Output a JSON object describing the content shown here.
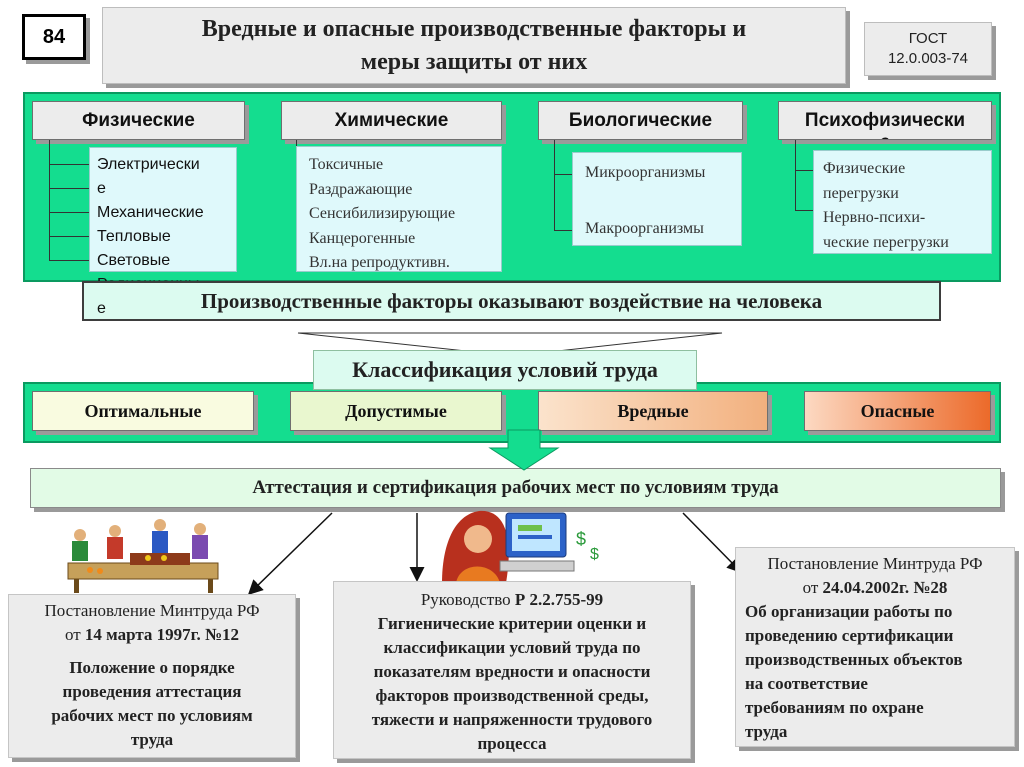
{
  "header": {
    "number": "84",
    "title_line1": "Вредные и опасные производственные факторы и",
    "title_line2": "меры защиты от них",
    "gost_line1": "ГОСТ",
    "gost_line2": "12.0.003-74"
  },
  "categories": [
    {
      "label": "Физическиe",
      "items": [
        "Электрически",
        "е",
        "Механические",
        "Тепловые",
        "Световые",
        "Радиационны",
        "е"
      ]
    },
    {
      "label": "Химические",
      "items": [
        "Токсичные",
        "Раздражающие",
        "Сенсибилизирующие",
        "Канцерогенные",
        "Вл.на репродуктивн."
      ]
    },
    {
      "label": "Биологические",
      "items": [
        "Микроорганизмы",
        "Макроорганизмы"
      ]
    },
    {
      "label": "Психофизически",
      "label_wrap": "е",
      "items": [
        "Физические",
        "перегрузки",
        "Нервно-психи-",
        "ческие перегрузки"
      ]
    }
  ],
  "impact_text": "Производственные факторы оказывают воздействие на человека",
  "classification_title": "Классификация условий труда",
  "conditions": [
    {
      "label": "Оптимальные",
      "color": "#f9fbe0"
    },
    {
      "label": "Допустимые",
      "color": "#e9f7cf"
    },
    {
      "label": "Вредные",
      "color": "#f6c8a0"
    },
    {
      "label": "Опасные",
      "color": "#f07a3a"
    }
  ],
  "attestation_text": "Аттестация и сертификация рабочих мест по условиям труда",
  "docs": {
    "left": {
      "line1": "Постановление Минтруда РФ",
      "line2_prefix": "от ",
      "line2_bold": "14 марта 1997г. №12",
      "body": [
        "Положение о порядке",
        "проведения аттестация",
        "рабочих мест по условиям",
        "труда"
      ]
    },
    "center": {
      "line1_prefix": "Руководство ",
      "line1_bold": "Р 2.2.755-99",
      "body": [
        "Гигиенические критерии оценки и",
        "классификации условий труда по",
        "показателям вредности и опасности",
        "факторов производственной среды,",
        "тяжести и напряженности трудового",
        "процесса"
      ]
    },
    "right": {
      "line1": "Постановление Минтруда РФ",
      "line2_prefix": "от ",
      "line2_bold": "24.04.2002г. №28",
      "body": [
        "Об организации работы по",
        "проведению сертификации",
        "производственных объектов",
        "на соответствие",
        "требованиям  по охране",
        "труда"
      ]
    }
  },
  "colors": {
    "green": "#14dd8f",
    "gray_box": "#ececec",
    "list_bg": "#dff9fb",
    "pale_green": "#dcfbf0"
  }
}
